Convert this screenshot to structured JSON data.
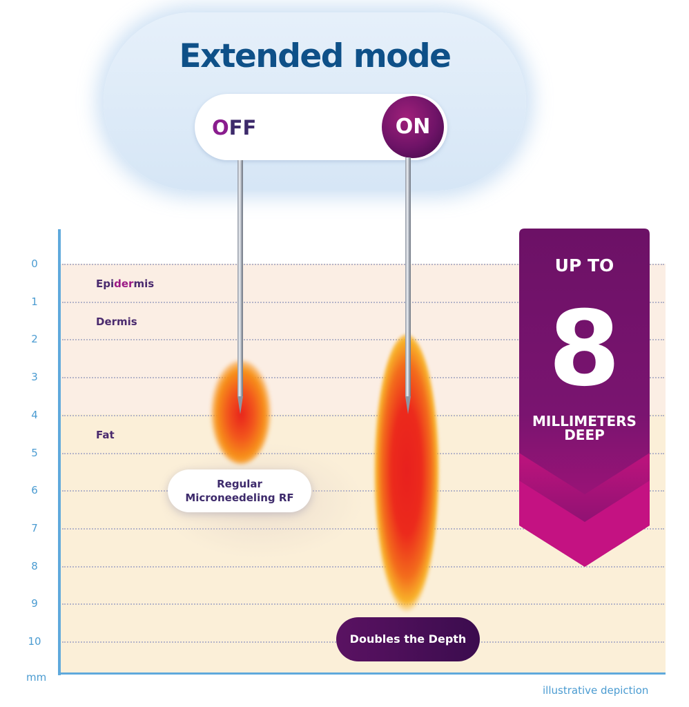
{
  "header": {
    "title": "Extended mode",
    "toggle": {
      "off_prefix": "O",
      "off_rest": "FF",
      "on_label": "ON",
      "state": "on"
    }
  },
  "depth_scale": {
    "unit": "mm",
    "ticks": [
      "0",
      "1",
      "2",
      "3",
      "4",
      "5",
      "6",
      "7",
      "8",
      "9",
      "10"
    ]
  },
  "layers": {
    "epidermis": {
      "a": "Epi",
      "b": "der",
      "c": "mis"
    },
    "dermis": "Dermis",
    "fat": "Fat"
  },
  "needles": {
    "regular": {
      "label_line1": "Regular",
      "label_line2": "Microneedeling RF",
      "tip_depth_mm": 4
    },
    "extended": {
      "label": "Doubles the Depth",
      "tip_depth_mm": 4,
      "heat_depth_mm": 9.3
    }
  },
  "banner": {
    "line1": "UP TO",
    "number": "8",
    "line2": "MILLIMETERS",
    "line3": "DEEP",
    "colors": {
      "top": "#6c1166",
      "bottom": "#c4127f"
    }
  },
  "footnote": "illustrative depiction",
  "colors": {
    "title": "#0e5088",
    "axis": "#5fa9dc",
    "heat": "#e8231c"
  }
}
